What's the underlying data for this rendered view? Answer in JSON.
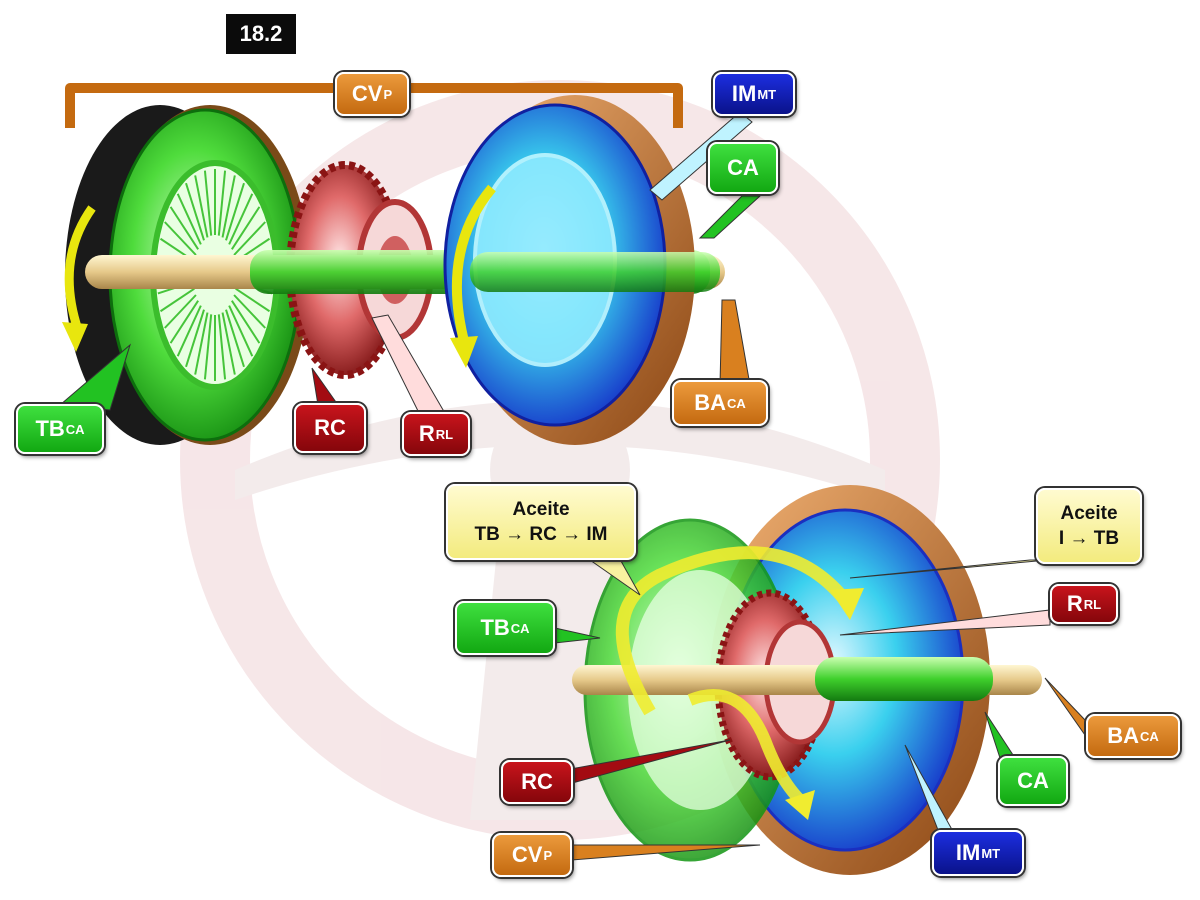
{
  "figure_number": "18.2",
  "top_view": {
    "cvp": {
      "main": "CV",
      "sub": "P"
    },
    "imt": {
      "main": "IM",
      "sub": "MT"
    },
    "ca": {
      "main": "CA",
      "sub": ""
    },
    "tbca": {
      "main": "TB",
      "sub": "CA"
    },
    "rc": {
      "main": "RC",
      "sub": ""
    },
    "rrl": {
      "main": "R",
      "sub": "RL"
    },
    "baca": {
      "main": "BA",
      "sub": "CA"
    }
  },
  "bottom_view": {
    "oil_left": {
      "line1": "Aceite",
      "line2": "TB → RC → IM"
    },
    "oil_right": {
      "line1": "Aceite",
      "line2": "I → TB"
    },
    "tbca": {
      "main": "TB",
      "sub": "CA"
    },
    "rrl": {
      "main": "R",
      "sub": "RL"
    },
    "baca": {
      "main": "BA",
      "sub": "CA"
    },
    "rc": {
      "main": "RC",
      "sub": ""
    },
    "ca": {
      "main": "CA",
      "sub": ""
    },
    "cvp": {
      "main": "CV",
      "sub": "P"
    },
    "imt": {
      "main": "IM",
      "sub": "MT"
    }
  },
  "colors": {
    "green": "#1fbf1f",
    "red": "#a30b12",
    "orange": "#d9801f",
    "navy": "#10199c",
    "yellow_note": "#f8f2a0",
    "bracket": "#c46a10",
    "shaft": "#e8d9a0",
    "watermark": "#f1d9db"
  }
}
